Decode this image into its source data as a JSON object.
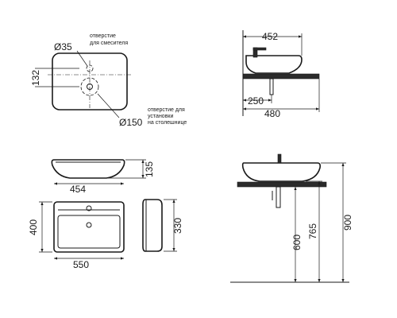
{
  "top_view": {
    "hole_small_diameter": "Ø35",
    "note_mixer_hole": [
      "отверстие",
      "для смесителя"
    ],
    "offset": "132",
    "hole_large_diameter": "Ø150",
    "note_install_hole": [
      "отверстие для",
      "установки",
      "на столешнице"
    ]
  },
  "side_view_top": {
    "depth": "452",
    "offset": "250",
    "overall": "480"
  },
  "front_view": {
    "height": "135",
    "width": "454"
  },
  "plan_view": {
    "depth": "400",
    "width": "550"
  },
  "end_view": {
    "depth": "330"
  },
  "installation": {
    "counter_height": "600",
    "bowl_base": "765",
    "bowl_top": "900"
  }
}
